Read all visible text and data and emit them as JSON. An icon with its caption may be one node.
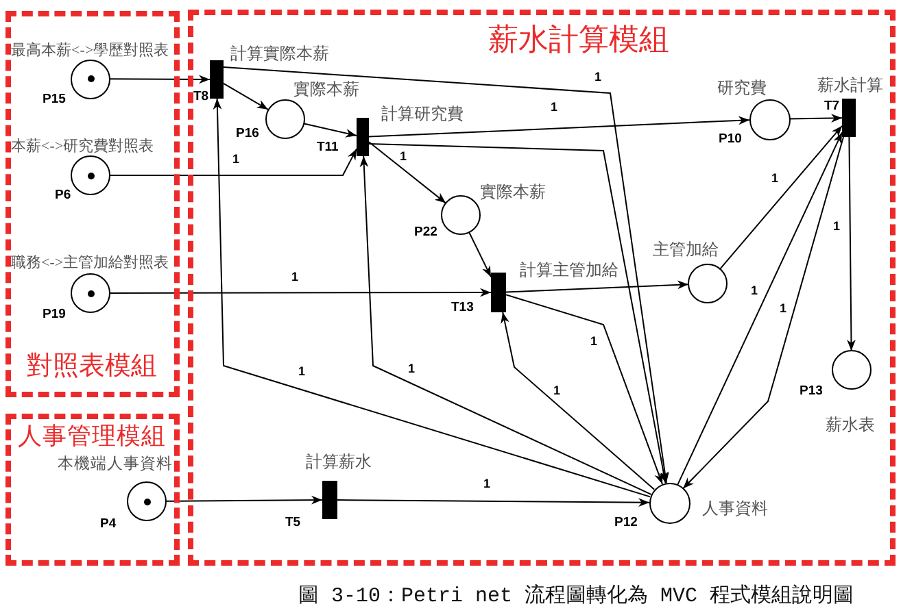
{
  "diagram": {
    "caption": "圖 3-10：Petri net 流程圖轉化為 MVC 程式模組說明圖",
    "nodes": [
      {
        "text": [
          "對照表模組"
        ]
      },
      {
        "text": [
          "最高本薪<->學歷對照表"
        ],
        "beside": [
          "P15"
        ],
        "in": 0
      },
      {
        "text": [
          "本薪<->研究費對照表"
        ],
        "beside": [
          "P6"
        ],
        "in": 0
      },
      {
        "text": [
          "職務<->主管加給對照表"
        ],
        "beside": [
          "P19"
        ],
        "in": 0
      },
      {
        "text": [
          "薪水計算模組"
        ]
      },
      {
        "text": [
          "計算實際本薪"
        ],
        "beside": [
          "T8"
        ],
        "in": 4
      },
      {
        "text": [
          "實際本薪"
        ],
        "beside": [
          "P16"
        ],
        "in": 4
      },
      {
        "text": [
          "計算研究費"
        ],
        "beside": [
          "T11"
        ],
        "in": 4
      },
      {
        "text": [
          "實際本薪"
        ],
        "beside": [
          "P22"
        ],
        "in": 4
      },
      {
        "text": [
          "計算主管加給"
        ],
        "beside": [
          "T13"
        ],
        "in": 4
      },
      {
        "text": [
          "研究費"
        ],
        "beside": [
          "P10"
        ],
        "in": 4
      },
      {
        "text": [
          "薪水計算"
        ],
        "beside": [
          "T7"
        ],
        "in": 4
      },
      {
        "text": [
          "主管加給"
        ],
        "in": 4
      },
      {
        "text": [
          "薪水表"
        ],
        "beside": [
          "P13"
        ],
        "in": 4
      },
      {
        "text": [
          "人事管理模組"
        ]
      },
      {
        "text": [
          "本機端人事資料"
        ],
        "beside": [
          "P4"
        ],
        "in": 14
      },
      {
        "text": [
          "計算薪水"
        ],
        "beside": [
          "T5"
        ],
        "in": 4
      },
      {
        "text": [
          "人事資料"
        ],
        "beside": [
          "P12"
        ],
        "in": 4
      }
    ],
    "edges": [
      {
        "from": 1,
        "to": 5,
        "arrow": "to"
      },
      {
        "from": 5,
        "to": 6,
        "arrow": "to"
      },
      {
        "from": 6,
        "to": 7,
        "arrow": "to"
      },
      {
        "from": 2,
        "to": 7,
        "arrow": "to",
        "label": "1"
      },
      {
        "from": 7,
        "to": 8,
        "arrow": "to",
        "label": "1"
      },
      {
        "from": 8,
        "to": 9,
        "arrow": "to"
      },
      {
        "from": 3,
        "to": 9,
        "arrow": "to",
        "label": "1"
      },
      {
        "from": 9,
        "to": 12,
        "arrow": "to"
      },
      {
        "from": 7,
        "to": 10,
        "arrow": "to",
        "label": "1"
      },
      {
        "from": 10,
        "to": 11,
        "arrow": "to"
      },
      {
        "from": 12,
        "to": 11,
        "arrow": "to",
        "label": "1"
      },
      {
        "from": 11,
        "to": 13,
        "arrow": "to",
        "label": "1"
      },
      {
        "from": 5,
        "to": 17,
        "arrow": "to",
        "label": "1"
      },
      {
        "from": 17,
        "to": 5,
        "arrow": "to",
        "label": "1"
      },
      {
        "from": 7,
        "to": 17,
        "arrow": "to"
      },
      {
        "from": 17,
        "to": 7,
        "arrow": "to",
        "label": "1"
      },
      {
        "from": 9,
        "to": 17,
        "arrow": "to",
        "label": "1"
      },
      {
        "from": 17,
        "to": 9,
        "arrow": "to",
        "label": "1"
      },
      {
        "from": 15,
        "to": 16,
        "arrow": "to"
      },
      {
        "from": 16,
        "to": 17,
        "arrow": "to",
        "label": "1"
      },
      {
        "from": 17,
        "to": 11,
        "arrow": "to",
        "label": "1"
      },
      {
        "from": 11,
        "to": 17,
        "arrow": "to",
        "label": "1"
      }
    ]
  }
}
